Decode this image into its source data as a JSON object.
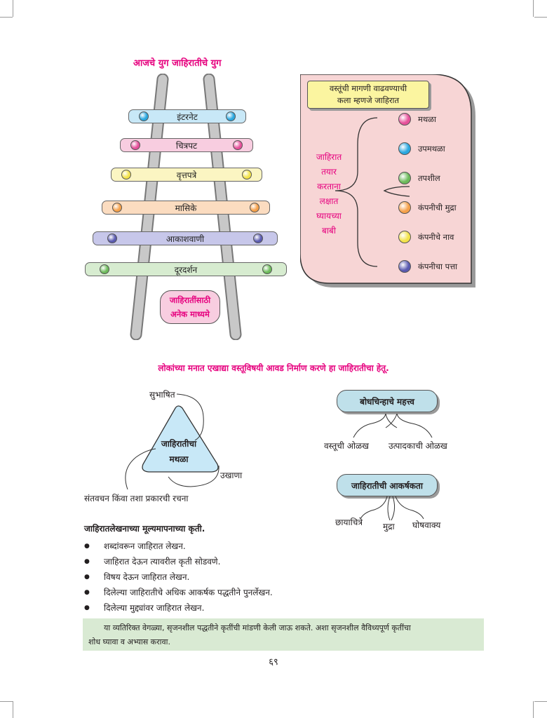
{
  "ladder": {
    "title": "आजचे युग जाहिरातीचे युग",
    "rungs": [
      {
        "label": "इंटरनेट",
        "fill": "#c8e8f7",
        "ball": "#2aa7df"
      },
      {
        "label": "चित्रपट",
        "fill": "#f8cde0",
        "ball": "#e6509a"
      },
      {
        "label": "वृत्तपत्रे",
        "fill": "#fbf5c2",
        "ball": "#f3e24a"
      },
      {
        "label": "मासिके",
        "fill": "#fbdcc0",
        "ball": "#f5a04a"
      },
      {
        "label": "आकाशवाणी",
        "fill": "#c7c7ea",
        "ball": "#5a5ab0"
      },
      {
        "label": "दूरदर्शन",
        "fill": "#d7ecd0",
        "ball": "#6cba5a"
      }
    ],
    "media_line1": "जाहिरातींसाठी",
    "media_line2": "अनेक माध्यमे"
  },
  "panel": {
    "header_line1": "वस्तूंची मागणी वाढवण्याची",
    "header_line2": "कला म्हणजे जाहिरात",
    "left_lines": [
      "जाहिरात",
      "तयार",
      "करताना",
      "लक्षात",
      "घ्यायच्या",
      "बाबी"
    ],
    "items": [
      {
        "label": "मथळा",
        "color": "#e6509a"
      },
      {
        "label": "उपमथळा",
        "color": "#2aa7df"
      },
      {
        "label": "तपशील",
        "color": "#6cba5a"
      },
      {
        "label": "कंपनीची मुद्रा",
        "color": "#f5a04a"
      },
      {
        "label": "कंपनीचे नाव",
        "color": "#f3e24a"
      },
      {
        "label": "कंपनीचा पत्ता",
        "color": "#5a5ab0"
      }
    ]
  },
  "purpose": "लोकांच्या मनात एखाद्या वस्तूविषयी आवड निर्माण करणे हा जाहिरातीचा हेतू.",
  "triangle": {
    "line1": "जाहिरातीचा",
    "line2": "मथळा",
    "label_top": "सुभाषित",
    "label_right": "उखाणा",
    "label_bottom": "संतवचन किंवा तशा प्रकारची रचना"
  },
  "logo_importance": {
    "title": "बोधचिन्हाचे महत्त्व",
    "left": "वस्तूची ओळख",
    "right": "उत्पादकाची ओळख"
  },
  "attractiveness": {
    "title": "जाहिरातीची आकर्षकता",
    "left": "छायाचित्रे",
    "middle": "मुद्रा",
    "right": "घोषवाक्य"
  },
  "evaluation": {
    "heading": "जाहिरातलेखनाच्या मूल्यमापनाच्या कृती.",
    "items": [
      "शब्दांवरून जाहिरात लेखन.",
      "जाहिरात देऊन त्यावरील कृती सोडवणे.",
      "विषय देऊन जाहिरात लेखन.",
      "दिलेल्या जाहिरातीचे अधिक आकर्षक पद्धतीने पुनर्लेखन.",
      "दिलेल्या मुद्द्यांवर जाहिरात लेखन."
    ]
  },
  "note": {
    "line1": "या व्यतिरिक्त वेगळ्या, सृजनशील पद्धतीने कृतींची मांडणी केली जाऊ शकते.   अशा सृजनशील वैविध्यपूर्ण कृतींचा",
    "line2": "शोध घ्यावा व अभ्यास करावा."
  },
  "page_number": "६९"
}
